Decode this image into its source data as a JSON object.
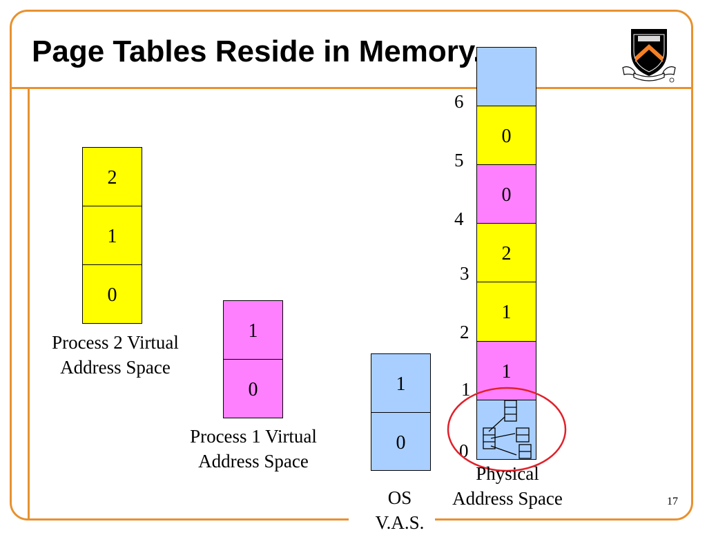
{
  "slide": {
    "title": "Page Tables Reside in Memory...",
    "page_number": "17"
  },
  "colors": {
    "accent": "#E8912E",
    "yellow": "#FFFF00",
    "magenta": "#FF80FF",
    "blue": "#A8CFFF",
    "highlight": "#E0202A"
  },
  "process2": {
    "label_line1": "Process 2 Virtual",
    "label_line2": "Address Space",
    "pages": [
      "2",
      "1",
      "0"
    ]
  },
  "process1": {
    "label_line1": "Process 1 Virtual",
    "label_line2": "Address Space",
    "pages": [
      "1",
      "0"
    ]
  },
  "os": {
    "label_line1": "OS",
    "label_line2": "V.A.S.",
    "pages": [
      "1",
      "0"
    ]
  },
  "physical": {
    "label_line1": "Physical",
    "label_line2": "Address Space",
    "frame_numbers": [
      "6",
      "5",
      "4",
      "3",
      "2",
      "1",
      "0"
    ],
    "frames": [
      {
        "content": "",
        "owner": "os"
      },
      {
        "content": "0",
        "owner": "process2"
      },
      {
        "content": "0",
        "owner": "process1"
      },
      {
        "content": "2",
        "owner": "process2"
      },
      {
        "content": "1",
        "owner": "process2"
      },
      {
        "content": "1",
        "owner": "process1"
      },
      {
        "content": "",
        "owner": "os",
        "note": "page tables"
      }
    ]
  }
}
